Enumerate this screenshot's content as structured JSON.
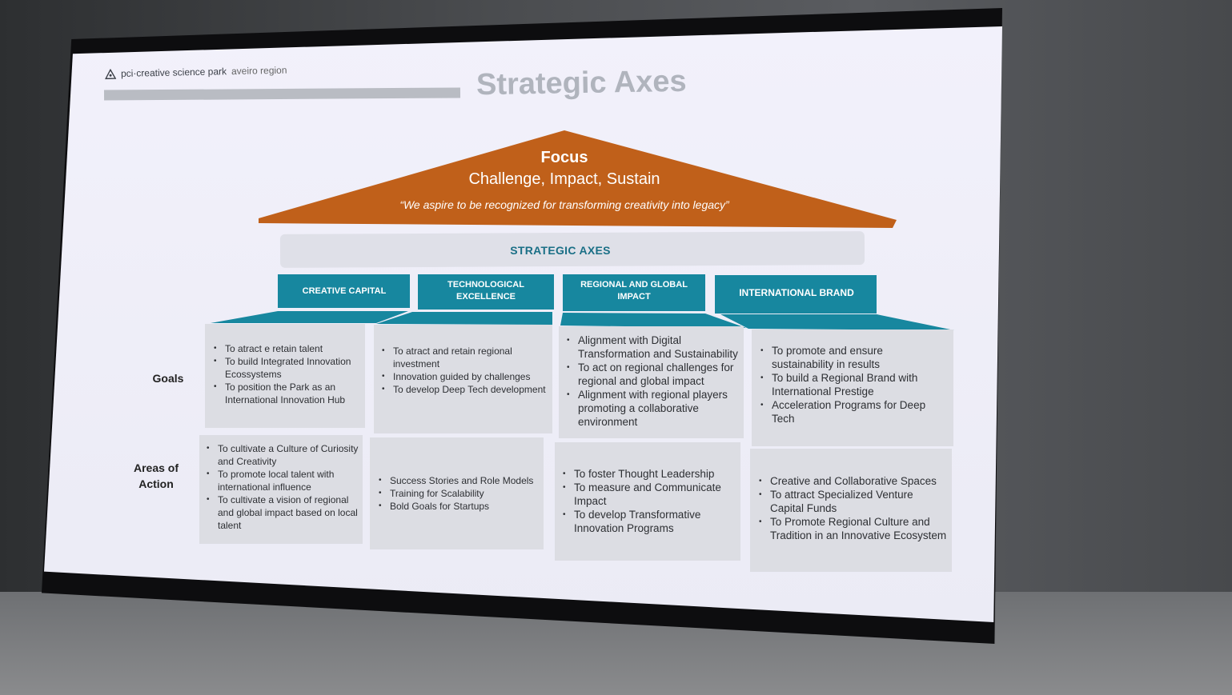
{
  "logo": {
    "icon": "network-triangle-icon",
    "brand": "pci·creative science park",
    "region": "aveiro region"
  },
  "title": "Strategic Axes",
  "roof": {
    "focus": "Focus",
    "subtitle": "Challenge, Impact, Sustain",
    "quote": "“We aspire to be recognized for transforming creativity into legacy”"
  },
  "strategic_axes_label": "STRATEGIC AXES",
  "pillars": [
    "CREATIVE CAPITAL",
    "TECHNOLOGICAL EXCELLENCE",
    "REGIONAL AND GLOBAL IMPACT",
    "INTERNATIONAL BRAND"
  ],
  "row_labels": {
    "goals": "Goals",
    "areas": "Areas of Action"
  },
  "goals": [
    [
      "To atract e retain talent",
      "To build Integrated Innovation Ecossystems",
      "To position the Park as an International Innovation Hub"
    ],
    [
      "To atract and retain regional investment",
      "Innovation guided by challenges",
      "To develop Deep Tech development"
    ],
    [
      "Alignment with Digital Transformation and Sustainability",
      "To act on regional challenges for regional and global impact",
      "Alignment with regional players promoting a collaborative environment"
    ],
    [
      "To promote and ensure sustainability in results",
      "To build a Regional Brand with International Prestige",
      "Acceleration Programs for Deep Tech"
    ]
  ],
  "areas": [
    [
      "To cultivate a Culture of Curiosity and Creativity",
      "To promote local talent with international influence",
      "To cultivate a vision of regional and global impact based on local talent"
    ],
    [
      "Success Stories and Role Models",
      "Training for Scalability",
      "Bold Goals for Startups"
    ],
    [
      "To foster Thought Leadership",
      "To measure and Communicate Impact",
      "To develop Transformative Innovation Programs"
    ],
    [
      "Creative and Collaborative Spaces",
      "To attract Specialized Venture Capital Funds",
      "To Promote Regional Culture and Tradition in an Innovative Ecosystem"
    ]
  ],
  "colors": {
    "roof": "#c0601a",
    "pillar": "#17879f",
    "axes_text": "#1a6f86",
    "cell": "#dcdde3"
  }
}
